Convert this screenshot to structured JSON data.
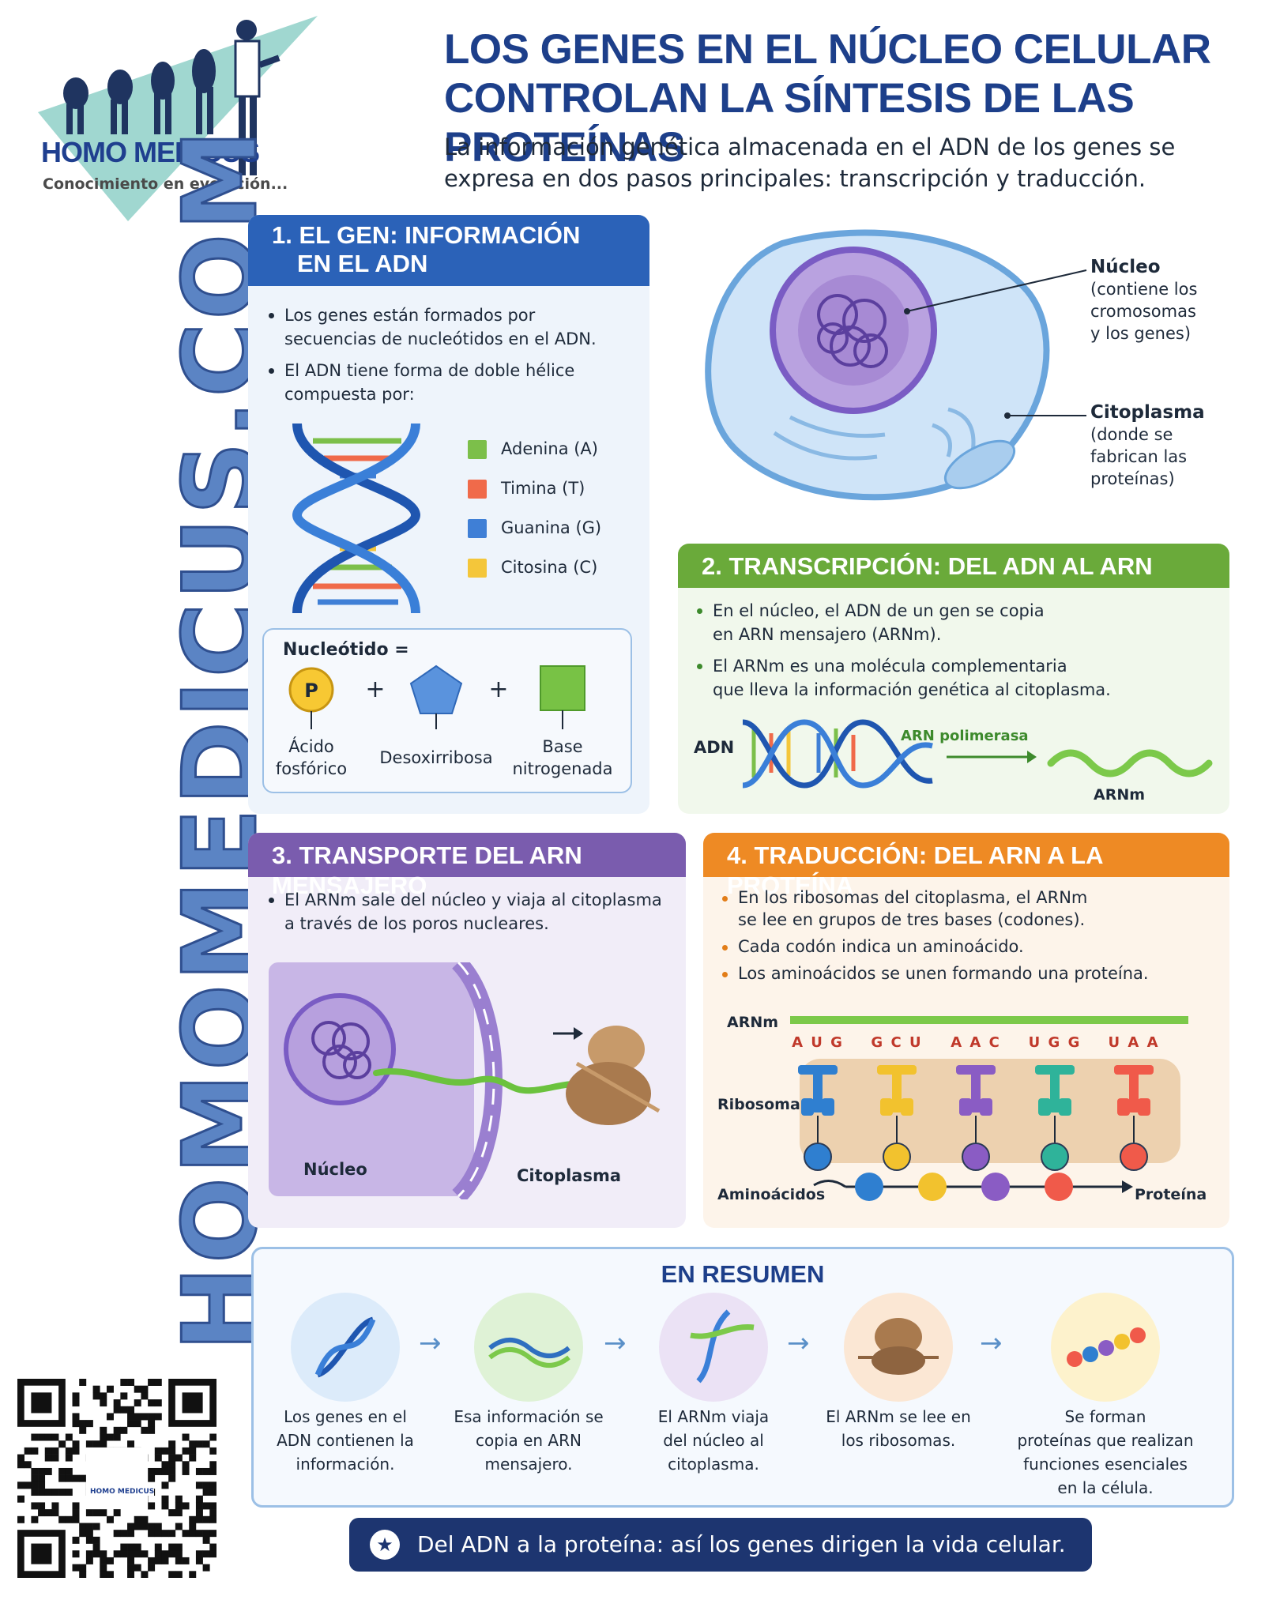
{
  "brand": {
    "name": "HOMO MEDICUS",
    "tagline": "Conocimiento en evolución...",
    "website": "HOMOMEDICUS.COM",
    "qr_label": "HOMO MEDICUS"
  },
  "header": {
    "title_line1": "LOS GENES EN EL NÚCLEO CELULAR",
    "title_line2": "CONTROLAN LA SÍNTESIS DE LAS PROTEÍNAS",
    "subtitle_line1": "La información genética almacenada en el ADN de los genes se",
    "subtitle_line2": "expresa en dos pasos principales: transcripción y traducción."
  },
  "section1": {
    "title_line1": "1. EL GEN: INFORMACIÓN",
    "title_line2": "EN EL ADN",
    "bullets": [
      {
        "l1": "Los genes están formados por",
        "l2": "secuencias de nucleótidos en el ADN."
      },
      {
        "l1": "El ADN tiene forma de doble hélice",
        "l2": "compuesta por:"
      }
    ],
    "legend": [
      {
        "label": "Adenina (A)",
        "color": "#7cbf4a"
      },
      {
        "label": "Timina (T)",
        "color": "#f06a4a"
      },
      {
        "label": "Guanina (G)",
        "color": "#3f7fd6"
      },
      {
        "label": "Citosina (C)",
        "color": "#f4c63a"
      }
    ],
    "nucleotide": {
      "title": "Nucleótido =",
      "p_symbol": "P",
      "plus": "+",
      "parts": [
        {
          "l1": "Ácido",
          "l2": "fosfórico"
        },
        {
          "l1": "Desoxirribosa",
          "l2": ""
        },
        {
          "l1": "Base",
          "l2": "nitrogenada"
        }
      ]
    }
  },
  "cell": {
    "nucleus": {
      "title": "Núcleo",
      "l1": "(contiene los",
      "l2": "cromosomas",
      "l3": "y los genes)"
    },
    "cytoplasm": {
      "title": "Citoplasma",
      "l1": "(donde se",
      "l2": "fabrican las",
      "l3": "proteínas)"
    }
  },
  "section2": {
    "title": "2. TRANSCRIPCIÓN: DEL ADN AL ARN",
    "bullets": [
      {
        "l1": "En el núcleo, el ADN de un gen se copia",
        "l2": "en ARN mensajero (ARNm)."
      },
      {
        "l1": "El ARNm es una molécula complementaria",
        "l2": "que lleva la información genética al citoplasma."
      }
    ],
    "dna_label": "ADN",
    "enzyme_label": "ARN polimerasa",
    "mrna_label": "ARNm"
  },
  "section3": {
    "title": "3. TRANSPORTE DEL ARN MENSAJERO",
    "bullets": [
      {
        "l1": "El ARNm sale del núcleo y viaja al citoplasma",
        "l2": "a través de los poros nucleares."
      }
    ],
    "nucleus_label": "Núcleo",
    "cytoplasm_label": "Citoplasma"
  },
  "section4": {
    "title": "4. TRADUCCIÓN: DEL ARN A LA PROTEÍNA",
    "bullets": [
      {
        "l1": "En los ribosomas del citoplasma, el ARNm",
        "l2": "se lee en grupos de tres bases (codones)."
      },
      {
        "l1": "Cada codón indica un aminoácido.",
        "l2": ""
      },
      {
        "l1": "Los aminoácidos se unen formando una proteína.",
        "l2": ""
      }
    ],
    "mrna_label": "ARNm",
    "ribosome_label": "Ribosoma",
    "aminoacids_label": "Aminoácidos",
    "protein_label": "Proteína",
    "codons": [
      {
        "seq": "A U G",
        "color": "#2f7fd0"
      },
      {
        "seq": "G C U",
        "color": "#f2c22e"
      },
      {
        "seq": "A A C",
        "color": "#8a5cc4"
      },
      {
        "seq": "U G G",
        "color": "#2fb39a"
      },
      {
        "seq": "U A A",
        "color": "#f05a4a"
      }
    ]
  },
  "summary": {
    "title": "EN RESUMEN",
    "steps": [
      {
        "l1": "Los genes en el",
        "l2": "ADN contienen la",
        "l3": "información.",
        "l4": "",
        "bg": "#dcebfa"
      },
      {
        "l1": "Esa información se",
        "l2": "copia en ARN",
        "l3": "mensajero.",
        "l4": "",
        "bg": "#dff2d6"
      },
      {
        "l1": "El ARNm viaja",
        "l2": "del núcleo al",
        "l3": "citoplasma.",
        "l4": "",
        "bg": "#ebe2f5"
      },
      {
        "l1": "El ARNm se lee en",
        "l2": "los ribosomas.",
        "l3": "",
        "l4": "",
        "bg": "#fbe7d4"
      },
      {
        "l1": "Se forman",
        "l2": "proteínas que realizan",
        "l3": "funciones esenciales",
        "l4": "en la célula.",
        "bg": "#fdf2cc"
      }
    ],
    "arrow": "→"
  },
  "footer": {
    "star": "★",
    "text": "Del ADN a la proteína: así los genes dirigen la vida celular."
  },
  "colors": {
    "navy": "#1d3f8a",
    "blue_head": "#2b62b8",
    "green_head": "#6aaa3a",
    "purple_head": "#7a5cae",
    "orange_head": "#ee8a24"
  }
}
